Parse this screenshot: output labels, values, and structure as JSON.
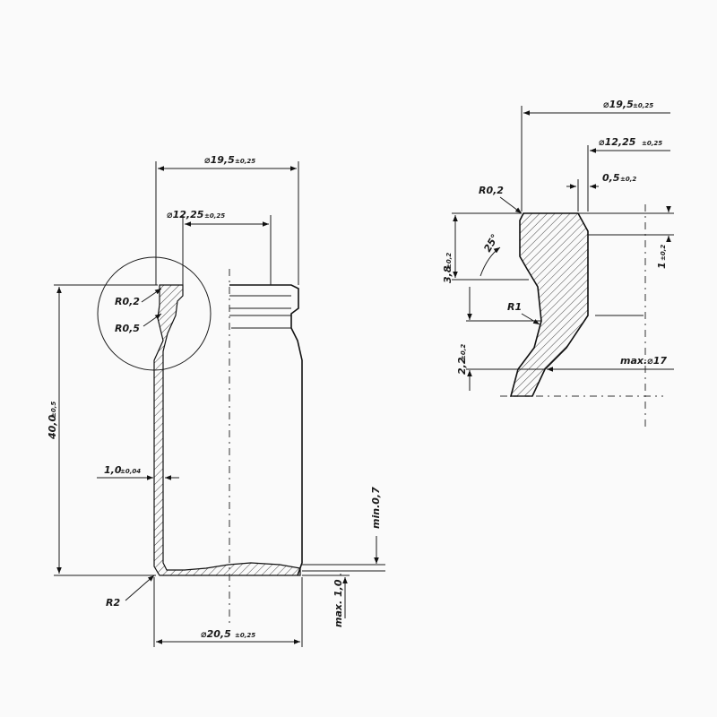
{
  "labels": {
    "d_outer": "⌀19,5",
    "d_outer_tol": "±0,25",
    "d_inner": "⌀12,25",
    "d_inner_tol": "±0,25",
    "r_top": "R0,2",
    "r_neck": "R0,5",
    "height": "40,0",
    "height_tol": "±0,5",
    "wall": "1,0",
    "wall_tol": "±0,04",
    "bottom_min": "min.0,7",
    "bottom_max": "max. 1,0",
    "r_base": "R2",
    "d_base": "⌀20,5",
    "d_base_tol": "±0,25"
  },
  "detail": {
    "d_outer": "⌀19,5",
    "d_outer_tol": "±0,25",
    "d_inner": "⌀12,25",
    "d_inner_tol": "±0,25",
    "r_top": "R0,2",
    "lip": "0,5",
    "lip_tol": "±0,2",
    "angle": "25°",
    "h_38": "3,8",
    "h_38_tol": "±0,2",
    "h_1": "1",
    "h_1_tol": "±0,2",
    "r1": "R1",
    "h_22": "2,2",
    "h_22_tol": "±0,2",
    "max_d": "max.⌀17"
  }
}
